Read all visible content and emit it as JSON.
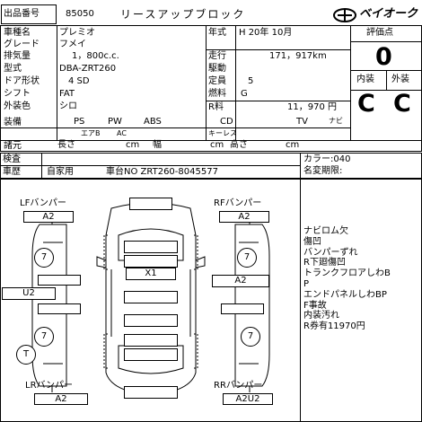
{
  "header": {
    "lot_label": "出品番号",
    "lot_number": "85050",
    "seller_text": "リースアップブロック",
    "logo_text": "ベイオーク"
  },
  "rows": {
    "model_label": "車種名",
    "model_value": "プレミオ",
    "grade_label": "グレード",
    "grade_value": "フメイ",
    "displacement_label": "排気量",
    "displacement_value": "1，800c.c.",
    "type_label": "型式",
    "type_value": "DBA-ZRT260",
    "doors_label": "ドア形状",
    "doors_value": "4 SD",
    "shift_label": "シフト",
    "shift_value": "FAT",
    "exterior_label": "外装色",
    "exterior_value": "シロ",
    "year_label": "年式",
    "year_value": "H 20年 10月",
    "mileage_label": "走行",
    "mileage_value": "171，917km",
    "drive_label": "駆動",
    "capacity_label": "定員",
    "capacity_value": "5",
    "fuel_label": "燃料",
    "fuel_value": "G",
    "price_label": "R料",
    "price_value": "11，970 円"
  },
  "scores": {
    "score_label": "評価点",
    "score_value": "0",
    "interior_label": "内装",
    "interior_value": "C",
    "exterior_label": "外装",
    "exterior_value": "C"
  },
  "equipment": {
    "label": "装備",
    "items": [
      "PS",
      "PW",
      "ABS",
      "CD",
      "TV",
      "ナビ"
    ],
    "sub_items": [
      "エアB",
      "AC",
      "キーレス"
    ]
  },
  "dimensions": {
    "label": "諸元",
    "length": "長さ",
    "width": "幅",
    "height": "高さ",
    "unit_length": "cm",
    "unit_width": "cm",
    "unit_height": "cm"
  },
  "inspection": {
    "label": "検査",
    "color_code": "カラー:040",
    "name_change": "名変期限:"
  },
  "history": {
    "label": "車歴",
    "usage": "自家用",
    "chassis": "車台NO ZRT260-8045577"
  },
  "diagram": {
    "lf_label": "LFバンパー",
    "lf_value": "A2",
    "rf_label": "RFバンパー",
    "rf_value": "A2",
    "lr_label": "LRバンパー",
    "lr_value": "A2",
    "rr_label": "RRバンパー",
    "rr_value": "A2U2",
    "center_mark": "X1",
    "right_side_mark": "A2",
    "left_side_mark": "U2",
    "tire_lf": "7",
    "tire_rf": "7",
    "tire_lr": "7",
    "tire_rr": "7",
    "tire_t": "T"
  },
  "notes": [
    "ナビロム欠",
    "傷凹",
    "バンパーずれ",
    "R下廻傷凹",
    "トランクフロアしわB",
    "P",
    "エンドパネルしわBP",
    "F事故",
    "内装汚れ",
    "R券有11970円"
  ]
}
